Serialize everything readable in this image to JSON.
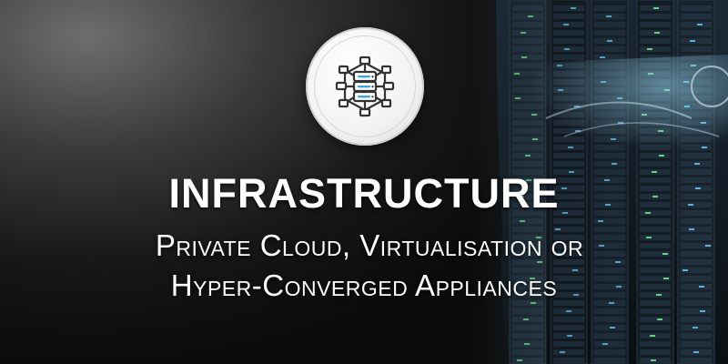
{
  "banner": {
    "title": "INFRASTRUCTURE",
    "subtitle_line1": "Private Cloud, Virtualisation or",
    "subtitle_line2": "Hyper-Converged Appliances",
    "badge_icon": "server-network-icon",
    "background": "datacenter-server-racks",
    "colors": {
      "text": "#ffffff",
      "icon_accent": "#3aa6d9",
      "icon_stroke": "#333333",
      "rack_light": "#6fd0ff"
    }
  }
}
